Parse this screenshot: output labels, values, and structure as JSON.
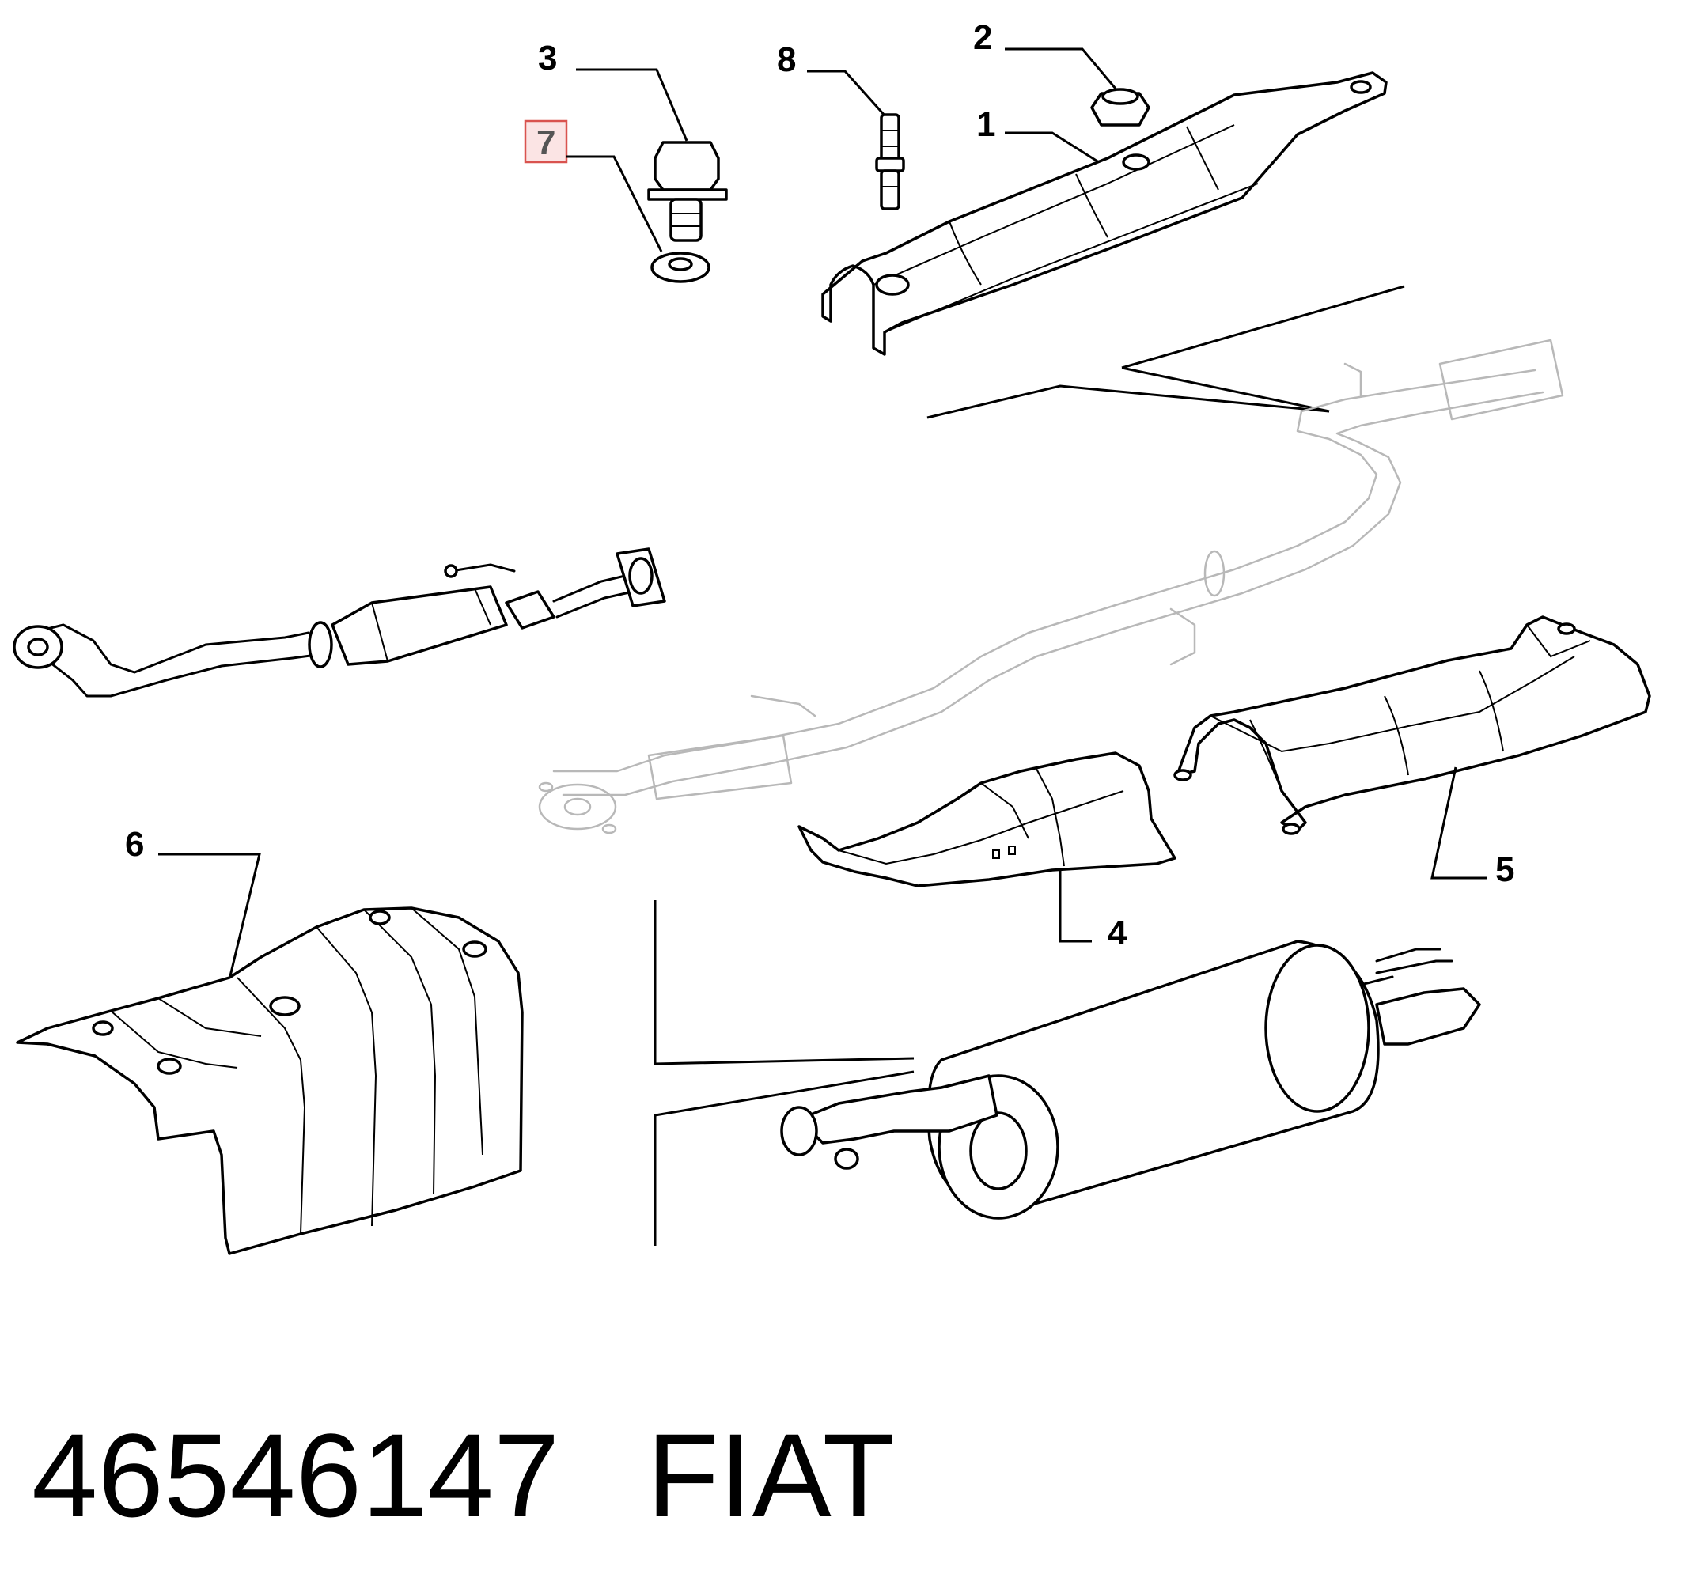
{
  "callouts": {
    "c1": "1",
    "c2": "2",
    "c3": "3",
    "c4": "4",
    "c5": "5",
    "c6": "6",
    "c7": "7",
    "c8": "8"
  },
  "highlighted_callout": "7",
  "footer": {
    "part_number": "46546147",
    "brand": "FIAT"
  },
  "colors": {
    "highlight_border": "#d9534f",
    "highlight_fill": "#fbe4e4",
    "ghost_lines": "#b8b8b8"
  }
}
